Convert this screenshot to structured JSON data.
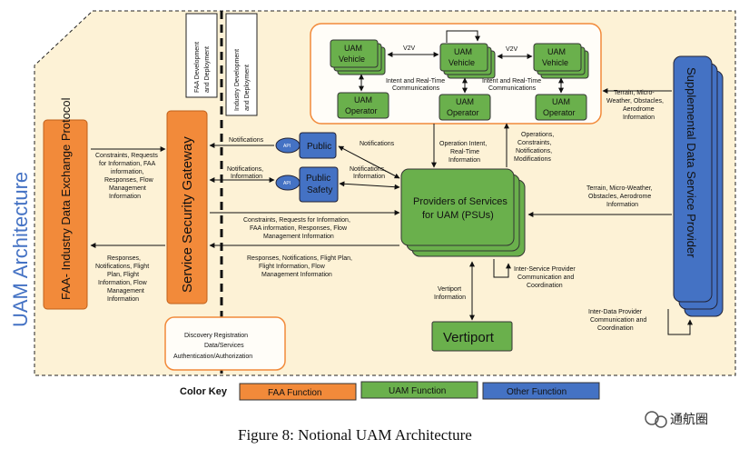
{
  "title_vertical": "UAM Architecture",
  "faa_protocol": "FAA- Industry Data Exchange Protocol",
  "gateway": "Service Security Gateway",
  "deployment_faa": [
    "FAA Development",
    "and Deployment"
  ],
  "deployment_industry": [
    "Industry Development",
    "and Deployment"
  ],
  "public": "Public",
  "public_safety": [
    "Public",
    "Safety"
  ],
  "api": "API",
  "uam_vehicle": [
    "UAM",
    "Vehicle"
  ],
  "uam_operator": [
    "UAM",
    "Operator"
  ],
  "v2v": "V2V",
  "intent_comms": [
    "Intent and Real-Time",
    "Communications"
  ],
  "psu": [
    "Providers of Services",
    "for UAM (PSUs)"
  ],
  "vertiport": "Vertiport",
  "supplemental": "Supplemental Data Service Provider",
  "discovery": [
    "Discovery Registration",
    "Data/Services",
    "Authentication/Authorization"
  ],
  "labels": {
    "notifications": "Notifications",
    "notif_info": [
      "Notifications,",
      "Information"
    ],
    "constraints_faa": [
      "Constraints, Requests",
      "for Information, FAA",
      "information,",
      "Responses, Flow",
      "Management",
      "Information"
    ],
    "responses_left": [
      "Responses,",
      "Notifications, Flight",
      "Plan, Flight",
      "Information, Flow",
      "Management",
      "Information"
    ],
    "constraints_psu": [
      "Constraints, Requests for Information,",
      "FAA information, Responses, Flow",
      "Management Information"
    ],
    "responses_psu": [
      "Responses, Notifications, Flight Plan,",
      "Flight Information, Flow",
      "Management Information"
    ],
    "operation_intent": [
      "Operation Intent,",
      "Real-Time",
      "Information"
    ],
    "operations": [
      "Operations,",
      "Constraints,",
      "Notifications,",
      "Modifications"
    ],
    "terrain_top": [
      "Terrain, Micro-",
      "Weather, Obstacles,",
      "Aerodrome",
      "Information"
    ],
    "terrain_mid": [
      "Terrain, Micro-Weather,",
      "Obstacles, Aerodrome",
      "Information"
    ],
    "inter_service": [
      "Inter-Service Provider",
      "Communication and",
      "Coordination"
    ],
    "vertiport_info": [
      "Vertiport",
      "Information"
    ],
    "inter_data": [
      "Inter-Data Provider",
      "Communication and",
      "Coordination"
    ]
  },
  "color_key": {
    "title": "Color Key",
    "items": [
      {
        "label": "FAA Function",
        "color": "#f28a3a"
      },
      {
        "label": "UAM Function",
        "color": "#6ab04c"
      },
      {
        "label": "Other Function",
        "color": "#4472c4"
      }
    ]
  },
  "caption": "Figure 8: Notional UAM Architecture",
  "watermark": "通航圈"
}
